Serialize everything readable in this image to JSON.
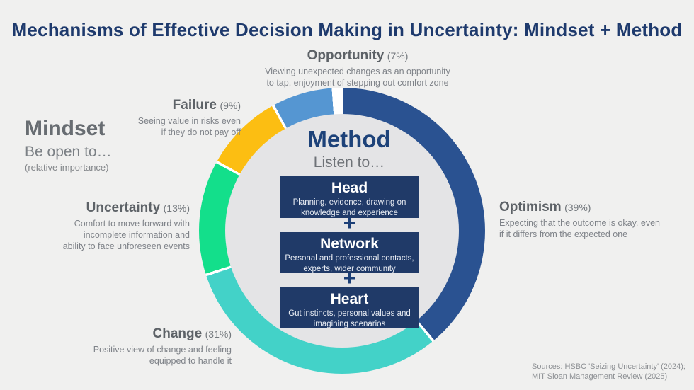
{
  "title": "Mechanisms of Effective Decision Making in Uncertainty: Mindset + Method",
  "mindset": {
    "heading": "Mindset",
    "subheading": "Be open to…",
    "note": "(relative importance)"
  },
  "method": {
    "heading": "Method",
    "subheading": "Listen to…",
    "plus": "+",
    "items": [
      {
        "label": "Head",
        "description": [
          "Planning, evidence, drawing on",
          "knowledge and experience"
        ]
      },
      {
        "label": "Network",
        "description": [
          "Personal and professional contacts,",
          "experts, wider community"
        ]
      },
      {
        "label": "Heart",
        "description": [
          "Gut instincts, personal values and",
          "imagining scenarios"
        ]
      }
    ]
  },
  "segments": {
    "opportunity": {
      "label": "Opportunity",
      "pct": "(7%)",
      "description": [
        "Viewing unexpected changes as an opportunity",
        "to tap, enjoyment of stepping out comfort zone"
      ]
    },
    "failure": {
      "label": "Failure",
      "pct": "(9%)",
      "description": [
        "Seeing value in risks even",
        "if they do not pay off"
      ]
    },
    "uncertainty": {
      "label": "Uncertainty",
      "pct": "(13%)",
      "description": [
        "Comfort to move forward with",
        "incomplete information and",
        "ability to face unforeseen events"
      ]
    },
    "change": {
      "label": "Change",
      "pct": "(31%)",
      "description": [
        "Positive view of change and feeling",
        "equipped to handle it"
      ]
    },
    "optimism": {
      "label": "Optimism",
      "pct": "(39%)",
      "description": [
        "Expecting that the outcome is okay, even",
        "if it differs from the expected one"
      ]
    }
  },
  "sources": [
    "Sources: HSBC 'Seizing Uncertainty' (2024);",
    "MIT Sloan Management Review (2025)"
  ],
  "chart_data": {
    "type": "pie",
    "donut": true,
    "title": "Mechanisms of Effective Decision Making in Uncertainty: Mindset + Method",
    "categories": [
      "Optimism",
      "Change",
      "Uncertainty",
      "Failure",
      "Opportunity"
    ],
    "values": [
      39,
      31,
      13,
      9,
      7
    ],
    "colors": [
      "#2a5291",
      "#43d2c8",
      "#13df8b",
      "#fcbe12",
      "#5596d2"
    ],
    "start_angle_deg": 0,
    "direction": "clockwise",
    "segment_divider_color": "#ffffff",
    "hole_color": "#e4e4e6",
    "legend_position": "around"
  }
}
